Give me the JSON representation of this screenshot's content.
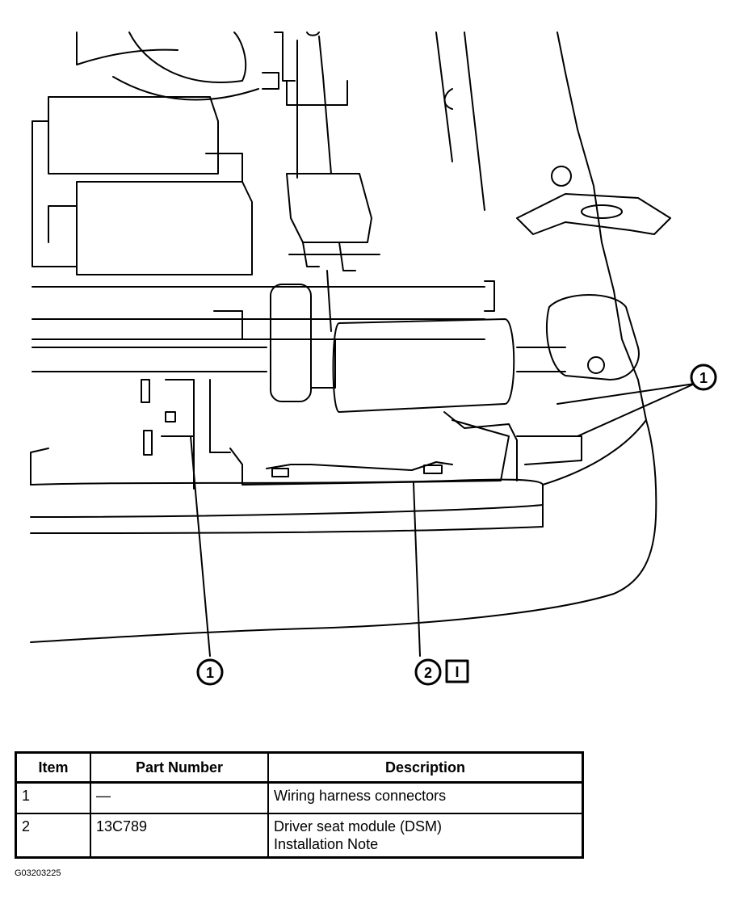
{
  "callouts": [
    {
      "number": "1"
    },
    {
      "number": "1"
    },
    {
      "number": "2",
      "badge": "I"
    }
  ],
  "table": {
    "headers": [
      "Item",
      "Part Number",
      "Description"
    ],
    "rows": [
      {
        "item": "1",
        "part_number": "—",
        "description": [
          "Wiring harness connectors"
        ]
      },
      {
        "item": "2",
        "part_number": "13C789",
        "description": [
          "Driver seat module (DSM)",
          "Installation Note"
        ]
      }
    ]
  },
  "figure_id": "G03203225"
}
